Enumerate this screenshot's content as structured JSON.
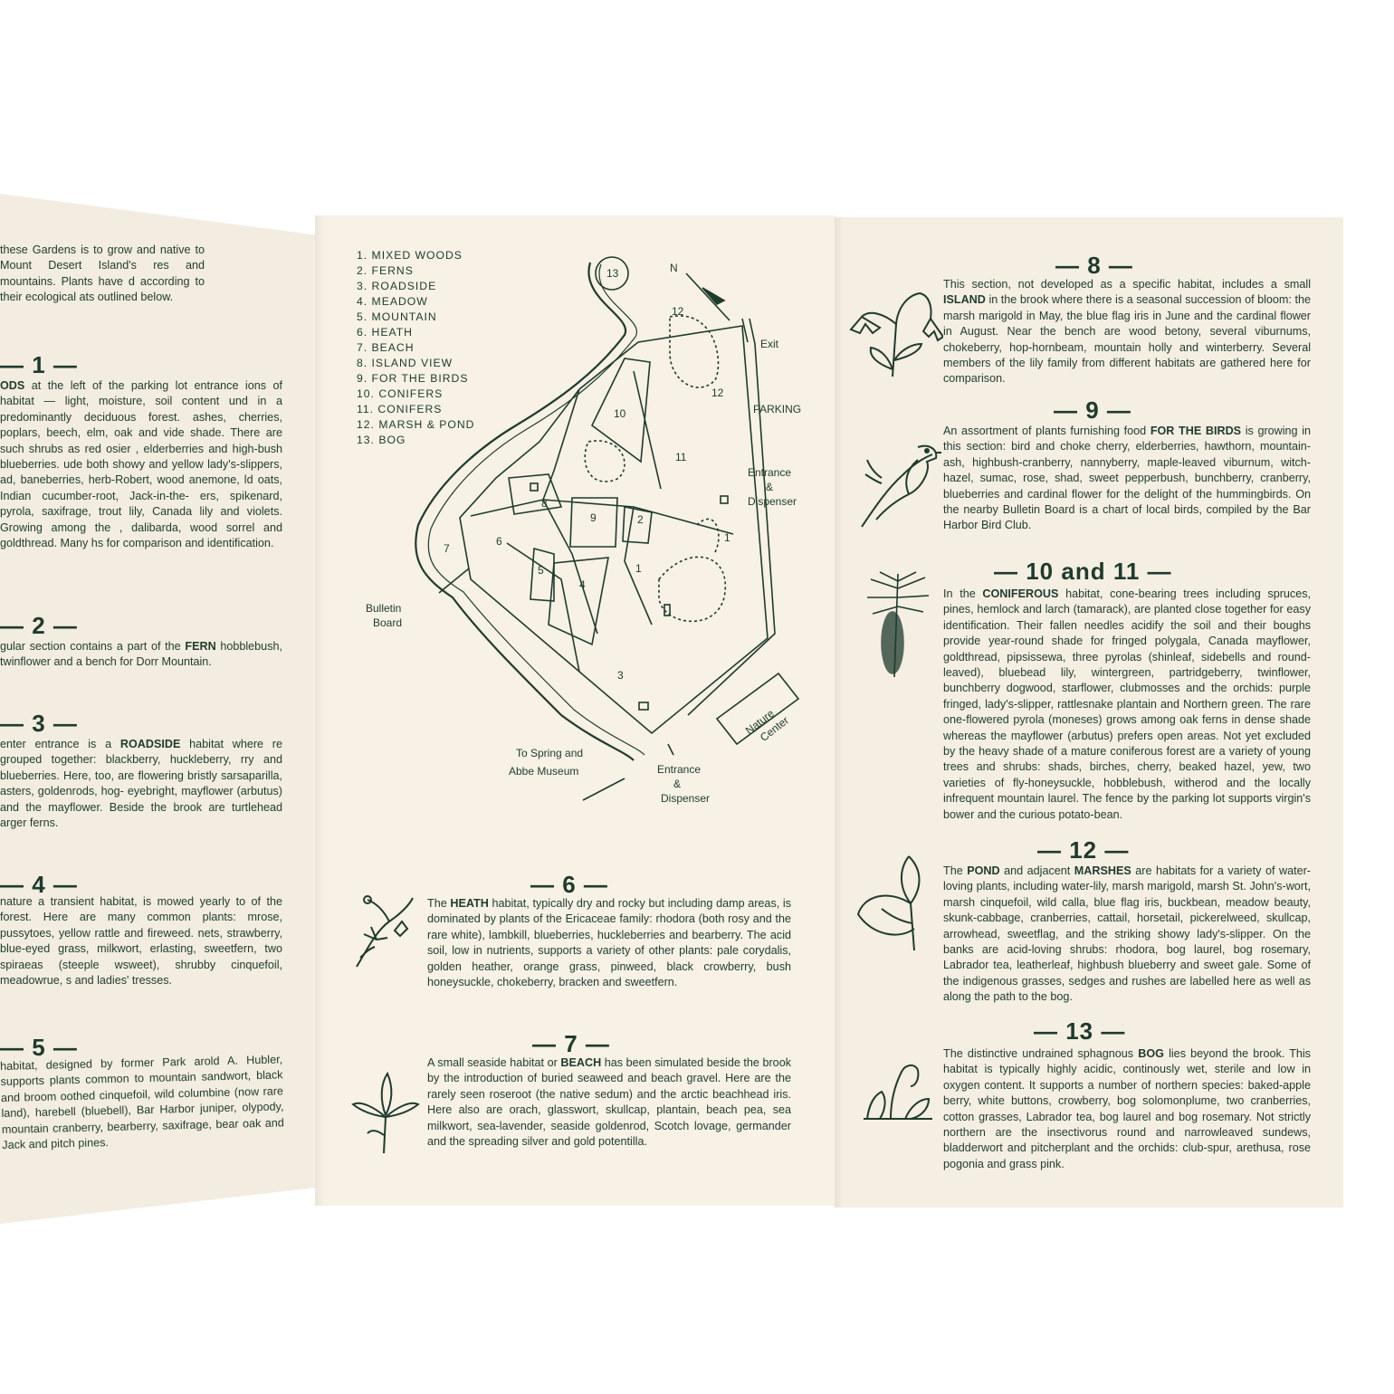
{
  "left": {
    "intro": "these Gardens is to grow and native to Mount Desert Island's res and mountains. Plants have d according to their ecological ats outlined below.",
    "s1": {
      "header": "— 1 —",
      "text_pre": "",
      "keyword": "ODS",
      "text": " at the left of the parking lot entrance ions of habitat — light, moisture, soil content und in a predominantly deciduous forest. ashes, cherries, poplars, beech, elm, oak and vide shade. There are such shrubs as red osier , elderberries and high-bush blueberries. ude both showy and yellow lady's-slippers, ad, baneberries, herb-Robert, wood anemone, ld oats, Indian cucumber-root, Jack-in-the- ers, spikenard, pyrola, saxifrage, trout lily, Canada lily and violets. Growing among the , dalibarda, wood sorrel and goldthread. Many hs for comparison and identification."
    },
    "s2": {
      "header": "— 2 —",
      "text_pre": "gular section contains a part of the ",
      "keyword": "FERN",
      "text": " hobblebush, twinflower and a bench for Dorr Mountain."
    },
    "s3": {
      "header": "— 3 —",
      "text_pre": "enter entrance is a ",
      "keyword": "ROADSIDE",
      "text": " habitat where re grouped together: blackberry, huckleberry, rry and blueberries. Here, too, are flowering bristly sarsaparilla, asters, goldenrods, hog- eyebright, mayflower (arbutus) and the mayflower. Beside the brook are turtlehead arger ferns."
    },
    "s4": {
      "header": "— 4 —",
      "text_pre": "",
      "keyword": "",
      "text": "nature a transient habitat, is mowed yearly to of the forest. Here are many common plants: mrose, pussytoes, yellow rattle and fireweed. nets, strawberry, blue-eyed grass, milkwort, erlasting, sweetfern, two spiraeas (steeple wsweet), shrubby cinquefoil, meadowrue, s and ladies' tresses."
    },
    "s5": {
      "header": "— 5 —",
      "text_pre": "",
      "keyword": "",
      "text": "habitat, designed by former Park arold A. Hubler, supports plants common to mountain sandwort, black and broom oothed cinquefoil, wild columbine (now rare land), harebell (bluebell), Bar Harbor juniper, olypody, mountain cranberry, bearberry, saxifrage, bear oak and Jack and pitch pines."
    }
  },
  "map": {
    "legend": [
      "1. MIXED WOODS",
      "2. FERNS",
      "3. ROADSIDE",
      "4. MEADOW",
      "5. MOUNTAIN",
      "6. HEATH",
      "7. BEACH",
      "8. ISLAND VIEW",
      "9. FOR THE BIRDS",
      "10. CONIFERS",
      "11. CONIFERS",
      "12. MARSH & POND",
      "13. BOG"
    ],
    "north": "N",
    "exit": "Exit",
    "parking": "PARKING",
    "entrance_top": [
      "Entrance",
      "&",
      "Dispenser"
    ],
    "entrance_bottom": [
      "Entrance",
      "&",
      "Dispenser"
    ],
    "bulletin": [
      "Bulletin",
      "Board"
    ],
    "spring": [
      "To Spring and",
      "Abbe Museum"
    ],
    "nature_center": [
      "Nature",
      "Center"
    ],
    "zones": [
      "1",
      "2",
      "3",
      "4",
      "5",
      "6",
      "7",
      "8",
      "9",
      "10",
      "11",
      "12",
      "13",
      "1",
      "12"
    ]
  },
  "middle": {
    "s6": {
      "header": "— 6 —",
      "text_pre": "The ",
      "keyword": "HEATH",
      "text": " habitat, typically dry and rocky but including damp areas, is dominated by plants of the Ericaceae family: rhodora (both rosy and the rare white), lambkill, blueberries, huckleberries and bearberry. The acid soil, low in nutrients, supports a variety of other plants: pale corydalis, golden heather, orange grass, pinweed, black crowberry, bush honeysuckle, chokeberry, bracken and sweetfern."
    },
    "s7": {
      "header": "— 7 —",
      "text_pre": "A small seaside habitat or ",
      "keyword": "BEACH",
      "text": " has been simulated beside the brook by the introduction of buried seaweed and beach gravel. Here are the rarely seen roseroot (the native sedum) and the arctic beachhead iris. Here also are orach, glasswort, skullcap, plantain, beach pea, sea milkwort, sea-lavender, seaside goldenrod, Scotch lovage, germander and the spreading silver and gold potentilla."
    }
  },
  "right": {
    "s8": {
      "header": "— 8 —",
      "text_pre": "This section, not developed as a specific habitat, includes a small ",
      "keyword": "ISLAND",
      "text": " in the brook where there is a seasonal succession of bloom: the marsh marigold in May, the blue flag iris in June and the cardinal flower in August. Near the bench are wood betony, several viburnums, chokeberry, hop-hornbeam, mountain holly and winterberry. Several members of the lily family from different habitats are gathered here for comparison."
    },
    "s9": {
      "header": "— 9 —",
      "text_pre": "An assortment of plants furnishing food ",
      "keyword": "FOR THE BIRDS",
      "text": " is growing in this section: bird and choke cherry, elderberries, hawthorn, mountain-ash, highbush-cranberry, nannyberry, maple-leaved viburnum, witch-hazel, sumac, rose, shad, sweet pepperbush, bunchberry, cranberry, blueberries and cardinal flower for the delight of the hummingbirds. On the nearby Bulletin Board is a chart of local birds, compiled by the Bar Harbor Bird Club."
    },
    "s10": {
      "header": "— 10 and 11 —",
      "text_pre": "In the ",
      "keyword": "CONIFEROUS",
      "text": " habitat, cone-bearing trees including spruces, pines, hemlock and larch (tamarack), are planted close together for easy identification. Their fallen needles acidify the soil and their boughs provide year-round shade for fringed polygala, Canada mayflower, goldthread, pipsissewa, three pyrolas (shinleaf, sidebells and round-leaved), bluebead lily, wintergreen, partridgeberry, twinflower, bunchberry dogwood, starflower, clubmosses and the orchids: purple fringed, lady's-slipper, rattlesnake plantain and Northern green. The rare one-flowered pyrola (moneses) grows among oak ferns in dense shade whereas the mayflower (arbutus) prefers open areas. Not yet excluded by the heavy shade of a mature coniferous forest are a variety of young trees and shrubs: shads, birches, cherry, beaked hazel, yew, two varieties of fly-honeysuckle, hobblebush, witherod and the locally infrequent mountain laurel. The fence by the parking lot supports virgin's bower and the curious potato-bean."
    },
    "s12": {
      "header": "— 12 —",
      "text_pre": "The ",
      "keyword": "POND",
      "mid": " and adjacent ",
      "keyword2": "MARSHES",
      "text": " are habitats for a variety of water-loving plants, including water-lily, marsh marigold, marsh St. John's-wort, marsh cinquefoil, wild calla, blue flag iris, buckbean, meadow beauty, skunk-cabbage, cranberries, cattail, horsetail, pickerelweed, skullcap, arrowhead, sweetflag, and the striking showy lady's-slipper. On the banks are acid-loving shrubs: rhodora, bog laurel, bog rosemary, Labrador tea, leatherleaf, highbush blueberry and sweet gale. Some of the indigenous grasses, sedges and rushes are labelled here as well as along the path to the bog."
    },
    "s13": {
      "header": "— 13 —",
      "text_pre": "The distinctive undrained sphagnous ",
      "keyword": "BOG",
      "text": " lies beyond the brook. This habitat is typically highly acidic, continously wet, sterile and low in oxygen content. It supports a number of northern species: baked-apple berry, white buttons, crowberry, bog solomonplume, two cranberries, cotton grasses, Labrador tea, bog laurel and bog rosemary. Not strictly northern are the insectivorus round and narrowleaved sundews, bladderwort and pitcherplant and the orchids: club-spur, arethusa, rose pogonia and grass pink."
    }
  },
  "icons": [
    "lily-icon",
    "bird-icon",
    "pine-branch-icon",
    "calla-lily-icon",
    "pitcher-plant-icon",
    "heath-flower-icon",
    "iris-icon"
  ],
  "colors": {
    "ink": "#1f3b2e",
    "paper": "#f6efe4"
  }
}
